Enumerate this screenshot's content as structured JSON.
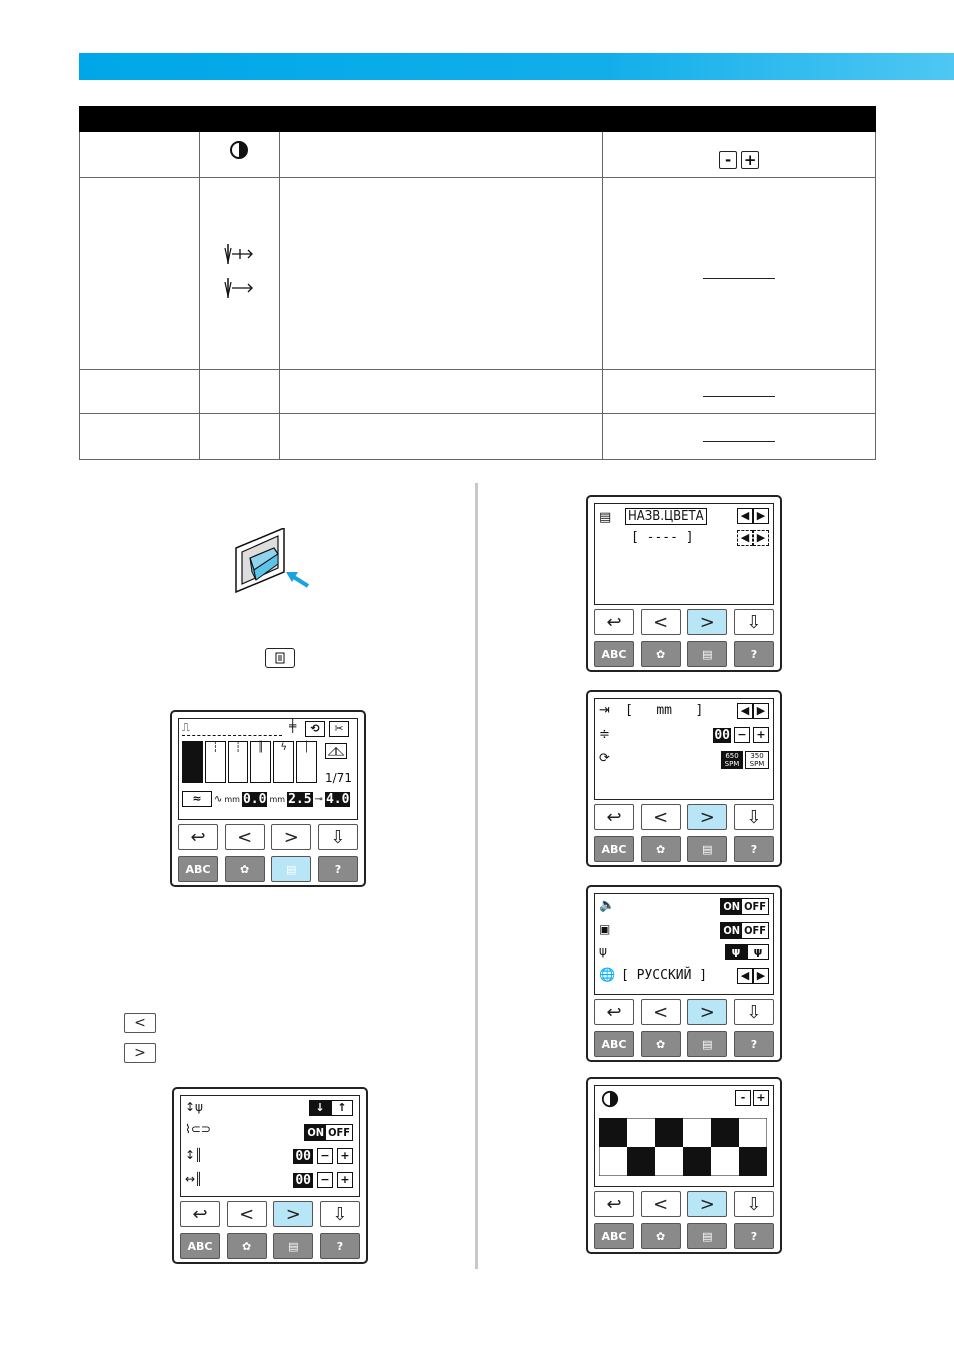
{
  "table": {
    "contrast_icon": "contrast-icon",
    "value_keys": [
      "-",
      "+"
    ],
    "rows": 4
  },
  "nav": {
    "back_icon": "↩",
    "prev_icon": "<",
    "next_icon": ">",
    "download_icon": "download-icon"
  },
  "screen_stitch": {
    "page_counter": "1/71",
    "width_value": "0.0",
    "length_value": "2.5",
    "tension_value": "4.0",
    "width_unit": "mm",
    "length_unit": "mm"
  },
  "screen_needle": {
    "row1_value": "00",
    "row2_value": "00",
    "on_label": "ON",
    "off_label": "OFF"
  },
  "screen_color": {
    "color_name": "НАЗВ.ЦВЕТА",
    "color_value": "----"
  },
  "screen_units": {
    "unit_value": "mm",
    "number_value": "00",
    "speed_fast": "650 SPM",
    "speed_slow": "350 SPM"
  },
  "screen_sound": {
    "on_label": "ON",
    "off_label": "OFF",
    "language": "РУССКИЙ"
  },
  "screen_contrast": {
    "minus": "-",
    "plus": "+"
  }
}
